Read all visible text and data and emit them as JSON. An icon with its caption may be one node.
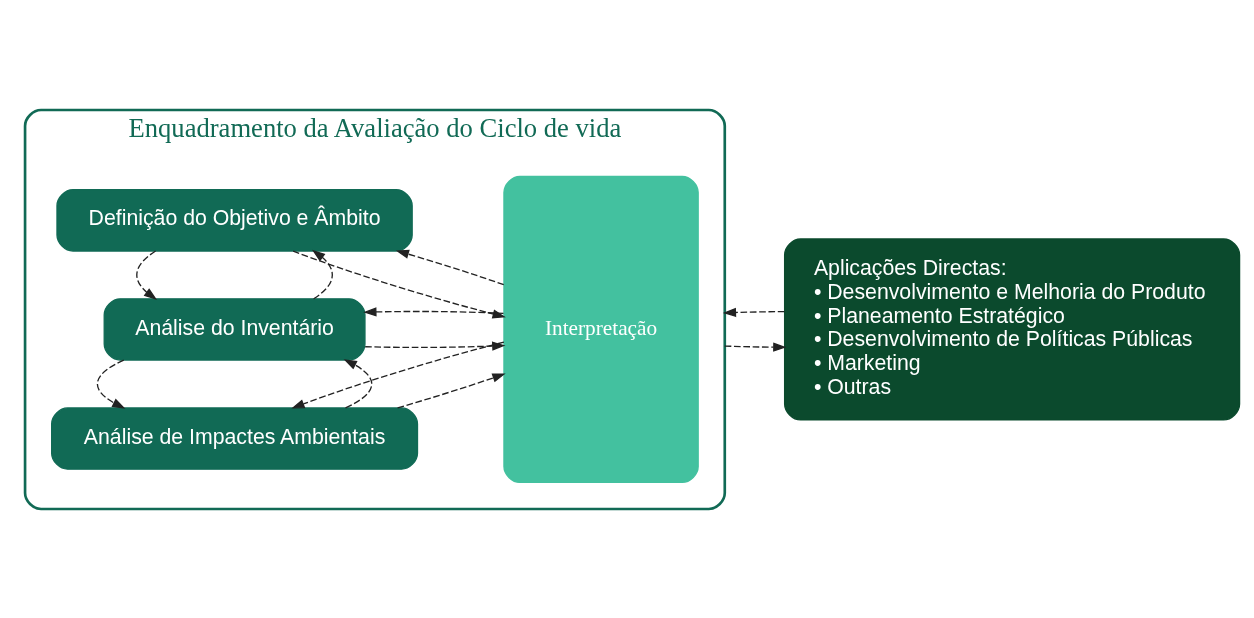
{
  "diagram": {
    "nodes": [
      {
        "text": [
          "Enquadramento da Avaliação do Ciclo de vida"
        ]
      },
      {
        "text": [
          "Definição do Objetivo e Âmbito"
        ],
        "in": 0
      },
      {
        "text": [
          "Análise do Inventário"
        ],
        "in": 0
      },
      {
        "text": [
          "Análise de Impactes Ambientais"
        ],
        "in": 0
      },
      {
        "text": [
          "Interpretação"
        ],
        "in": 0
      },
      {
        "text": [
          "Aplicações Directas:",
          "• Desenvolvimento e Melhoria do Produto",
          "• Planeamento Estratégico",
          "• Desenvolvimento de Políticas Públicas",
          "• Marketing",
          "• Outras"
        ]
      }
    ],
    "edges": [
      {
        "from": 1,
        "to": 4,
        "arrow": "to",
        "style": "dashed"
      },
      {
        "from": 4,
        "to": 1,
        "arrow": "to",
        "style": "dashed"
      },
      {
        "from": 2,
        "to": 1,
        "arrow": "to",
        "style": "dashed"
      },
      {
        "from": 1,
        "to": 2,
        "arrow": "to",
        "style": "dashed"
      },
      {
        "from": 2,
        "to": 4,
        "arrow": "to",
        "style": "dashed"
      },
      {
        "from": 4,
        "to": 2,
        "arrow": "to",
        "style": "dashed"
      },
      {
        "from": 3,
        "to": 2,
        "arrow": "to",
        "style": "dashed"
      },
      {
        "from": 2,
        "to": 3,
        "arrow": "to",
        "style": "dashed"
      },
      {
        "from": 3,
        "to": 4,
        "arrow": "to",
        "style": "dashed"
      },
      {
        "from": 4,
        "to": 3,
        "arrow": "to",
        "style": "dashed"
      },
      {
        "from": 0,
        "to": 5,
        "arrow": "to",
        "style": "dashed"
      },
      {
        "from": 5,
        "to": 0,
        "arrow": "to",
        "style": "dashed"
      }
    ]
  }
}
